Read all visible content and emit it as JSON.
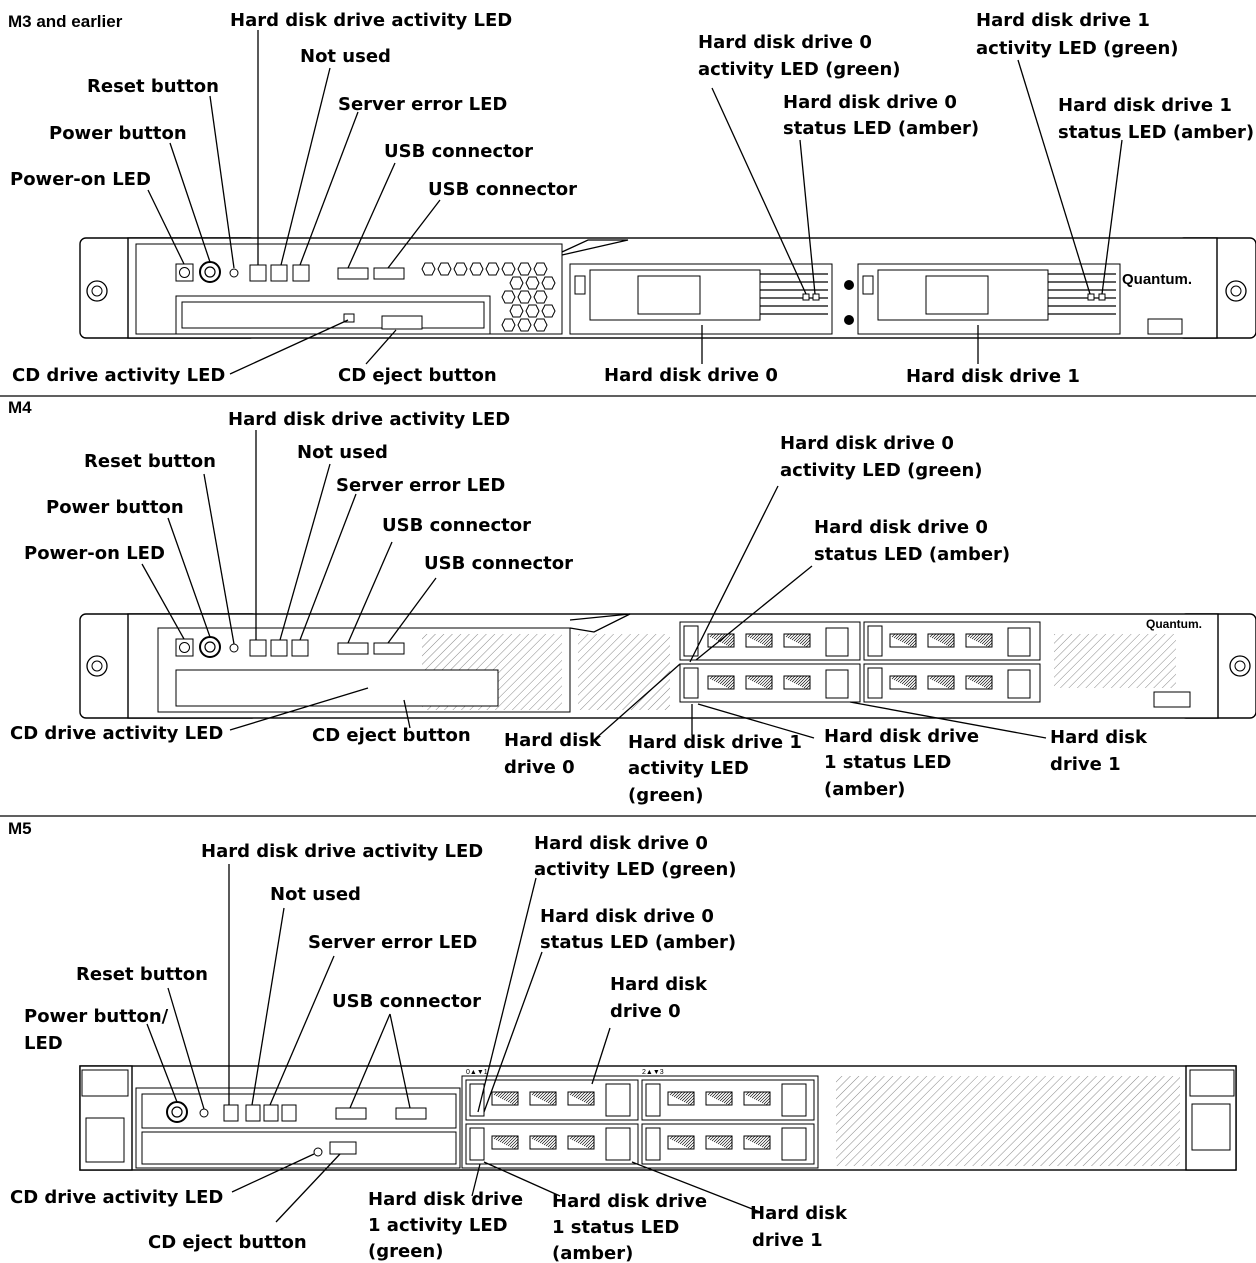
{
  "sections": {
    "m3": {
      "title": "M3 and earlier",
      "logo": "Quantum.",
      "labels": {
        "hdd_activity": "Hard disk drive activity LED",
        "not_used": "Not used",
        "reset": "Reset button",
        "server_error": "Server error LED",
        "power_button": "Power button",
        "usb1": "USB connector",
        "power_on": "Power-on LED",
        "usb2": "USB connector",
        "hdd0_activity": [
          "Hard disk drive 0",
          "activity LED (green)"
        ],
        "hdd0_status": [
          "Hard disk drive 0",
          "status LED (amber)"
        ],
        "hdd1_activity": [
          "Hard disk drive 1",
          "activity LED (green)"
        ],
        "hdd1_status": [
          "Hard disk drive 1",
          "status LED (amber)"
        ],
        "cd_activity": "CD drive activity LED",
        "cd_eject": "CD eject button",
        "hdd0": "Hard disk drive 0",
        "hdd1": "Hard disk drive 1"
      }
    },
    "m4": {
      "title": "M4",
      "logo": "Quantum.",
      "labels": {
        "hdd_activity": "Hard disk drive activity LED",
        "not_used": "Not used",
        "reset": "Reset button",
        "server_error": "Server error LED",
        "power_button": "Power button",
        "usb1": "USB connector",
        "power_on": "Power-on LED",
        "usb2": "USB connector",
        "hdd0_activity": [
          "Hard disk drive 0",
          "activity LED (green)"
        ],
        "hdd0_status": [
          "Hard disk drive 0",
          "status LED (amber)"
        ],
        "cd_activity": "CD drive activity LED",
        "cd_eject": "CD eject button",
        "hdd0": [
          "Hard disk",
          "drive 0"
        ],
        "hdd1_activity": [
          "Hard disk drive 1",
          "activity LED",
          "(green)"
        ],
        "hdd1_status": [
          "Hard disk drive",
          "1 status LED",
          "(amber)"
        ],
        "hdd1": [
          "Hard disk",
          "drive 1"
        ]
      }
    },
    "m5": {
      "title": "M5",
      "bay_mark_left": "0▲▼1",
      "bay_mark_right": "2▲▼3",
      "labels": {
        "hdd_activity": "Hard disk drive activity LED",
        "hdd0_activity": [
          "Hard disk drive 0",
          "activity LED (green)"
        ],
        "not_used": "Not used",
        "server_error": "Server error LED",
        "hdd0_status": [
          "Hard disk drive 0",
          "status LED (amber)"
        ],
        "reset": "Reset button",
        "hdd0": [
          "Hard disk",
          "drive 0"
        ],
        "usb": "USB connector",
        "power_button": [
          "Power button/",
          "LED"
        ],
        "cd_activity": "CD drive activity LED",
        "cd_eject": "CD eject button",
        "hdd1_activity": [
          "Hard disk drive",
          "1 activity LED",
          "(green)"
        ],
        "hdd1_status": [
          "Hard disk drive",
          "1 status LED",
          "(amber)"
        ],
        "hdd1": [
          "Hard disk",
          "drive 1"
        ]
      }
    }
  }
}
